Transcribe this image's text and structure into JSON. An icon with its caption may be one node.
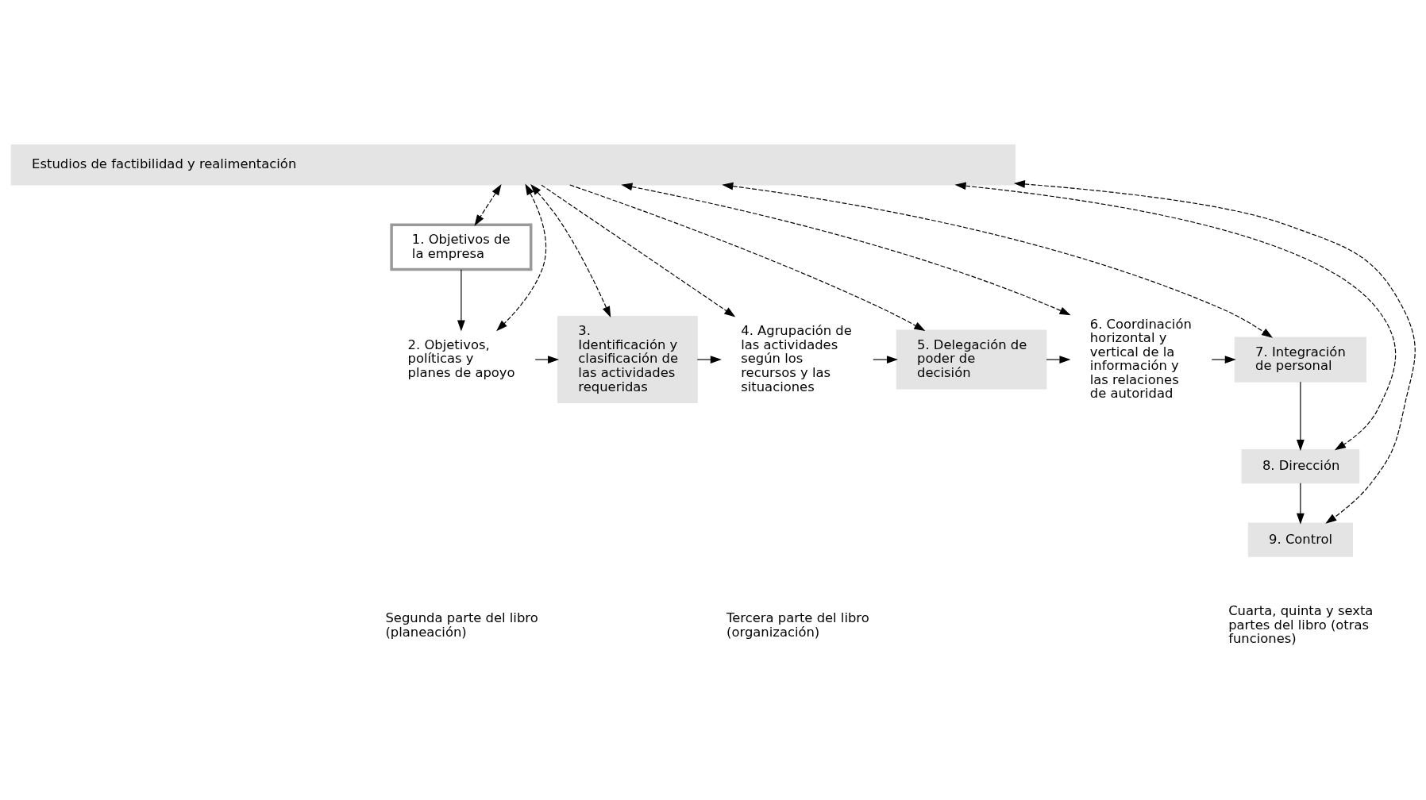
{
  "diagram": {
    "nodes": [
      {
        "text": [
          "Estudios de factibilidad y realimentación"
        ]
      },
      {
        "text": [
          "1. Objetivos de la empresa"
        ]
      },
      {
        "text": [
          "2. Objetivos, políticas y planes de apoyo"
        ]
      },
      {
        "text": [
          "3. Identificación y clasificación de las actividades requeridas"
        ]
      },
      {
        "text": [
          "4. Agrupación de las actividades según los recursos y las situaciones"
        ]
      },
      {
        "text": [
          "5. Delegación de poder de decisión"
        ]
      },
      {
        "text": [
          "6. Coordinación horizontal y vertical de la información y las relaciones de autoridad"
        ]
      },
      {
        "text": [
          "7. Integración de personal"
        ]
      },
      {
        "text": [
          "8. Dirección"
        ]
      },
      {
        "text": [
          "9. Control"
        ]
      }
    ],
    "edges": [
      {
        "from": 0,
        "to": 1,
        "arrow": "both",
        "style": "dashed"
      },
      {
        "from": 0,
        "to": 2,
        "arrow": "both",
        "style": "dashed"
      },
      {
        "from": 0,
        "to": 3,
        "arrow": "both",
        "style": "dashed"
      },
      {
        "from": 0,
        "to": 4,
        "arrow": "to",
        "style": "dashed"
      },
      {
        "from": 0,
        "to": 5,
        "arrow": "to",
        "style": "dashed"
      },
      {
        "from": 0,
        "to": 6,
        "arrow": "both",
        "style": "dashed"
      },
      {
        "from": 0,
        "to": 7,
        "arrow": "both",
        "style": "dashed"
      },
      {
        "from": 0,
        "to": 8,
        "arrow": "both",
        "style": "dashed"
      },
      {
        "from": 0,
        "to": 9,
        "arrow": "both",
        "style": "dashed"
      },
      {
        "from": 1,
        "to": 2,
        "arrow": "to"
      },
      {
        "from": 2,
        "to": 3,
        "arrow": "to"
      },
      {
        "from": 3,
        "to": 4,
        "arrow": "to"
      },
      {
        "from": 4,
        "to": 5,
        "arrow": "to"
      },
      {
        "from": 5,
        "to": 6,
        "arrow": "to"
      },
      {
        "from": 6,
        "to": 7,
        "arrow": "to"
      },
      {
        "from": 7,
        "to": 8,
        "arrow": "to"
      },
      {
        "from": 8,
        "to": 9,
        "arrow": "to"
      }
    ],
    "labels": [
      "Segunda parte del libro (planeación)",
      "Tercera parte del libro (organización)",
      "Cuarta, quinta y sexta partes del libro (otras funciones)"
    ]
  }
}
